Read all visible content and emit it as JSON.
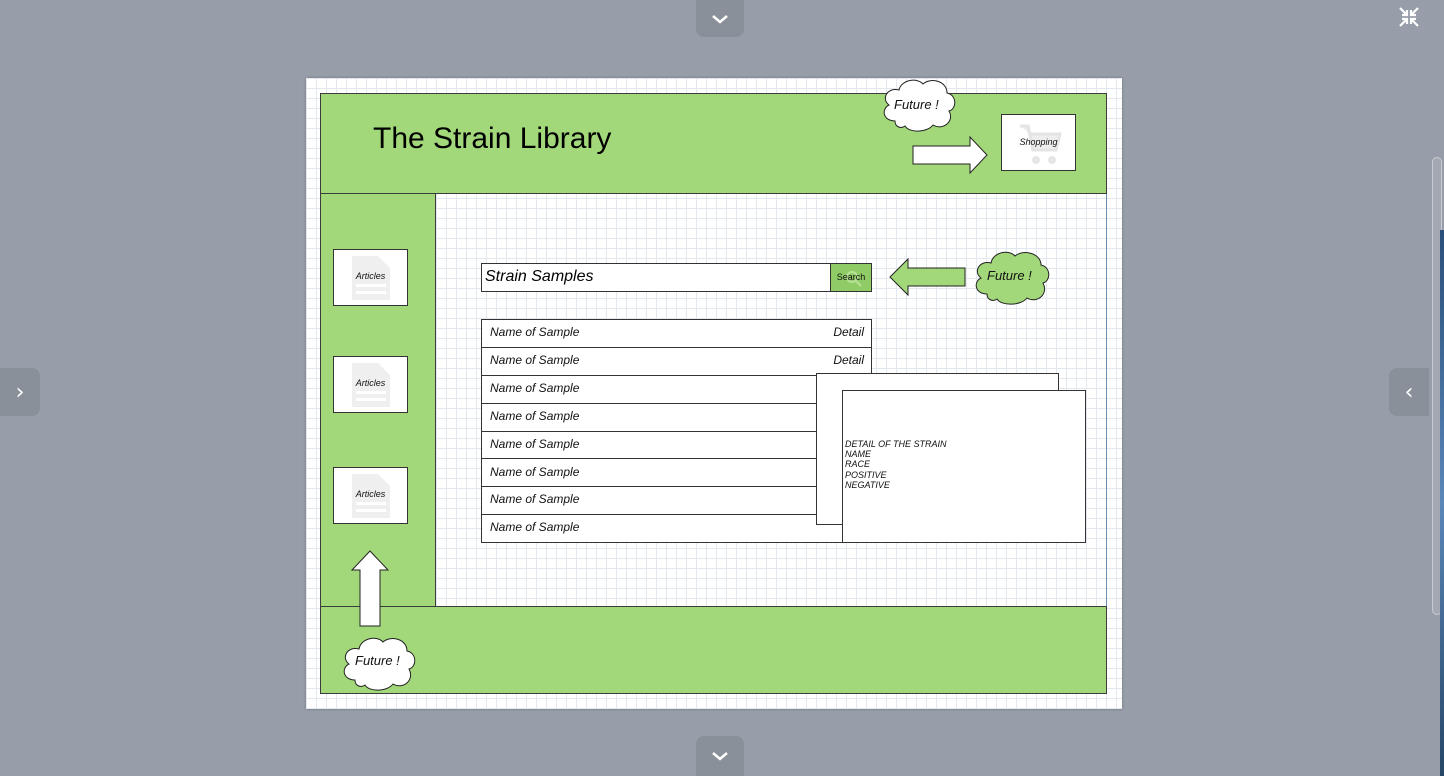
{
  "page": {
    "title": "The Strain Library"
  },
  "header": {
    "shopping_label": "Shopping",
    "future_note": "Future !"
  },
  "sidebar": {
    "items": [
      {
        "label": "Articles"
      },
      {
        "label": "Articles"
      },
      {
        "label": "Articles"
      }
    ]
  },
  "search": {
    "value": "Strain Samples",
    "button_label": "Search",
    "future_note": "Future !"
  },
  "samples": {
    "rows": [
      {
        "name": "Name of Sample",
        "detail": "Detail"
      },
      {
        "name": "Name of Sample",
        "detail": "Detail"
      },
      {
        "name": "Name of Sample",
        "detail": ""
      },
      {
        "name": "Name of Sample",
        "detail": ""
      },
      {
        "name": "Name of Sample",
        "detail": ""
      },
      {
        "name": "Name of Sample",
        "detail": ""
      },
      {
        "name": "Name of Sample",
        "detail": ""
      },
      {
        "name": "Name of Sample",
        "detail": "D"
      }
    ]
  },
  "detail_card": {
    "lines": [
      "DETAIL OF THE STRAIN",
      "NAME",
      "RACE",
      "POSITIVE",
      "NEGATIVE"
    ]
  },
  "footer": {
    "future_note": "Future !"
  },
  "colors": {
    "accent_green": "#a2d87a",
    "viewer_background": "#979ea9"
  },
  "icons": {
    "top_tab": "chevron-down-icon",
    "bottom_tab": "chevron-down-icon",
    "left_nav": "chevron-right-icon",
    "right_nav": "chevron-left-icon",
    "fullscreen": "exit-fullscreen-icon",
    "shopping": "shopping-cart-icon",
    "articles": "document-icon",
    "search": "magnifier-icon"
  }
}
